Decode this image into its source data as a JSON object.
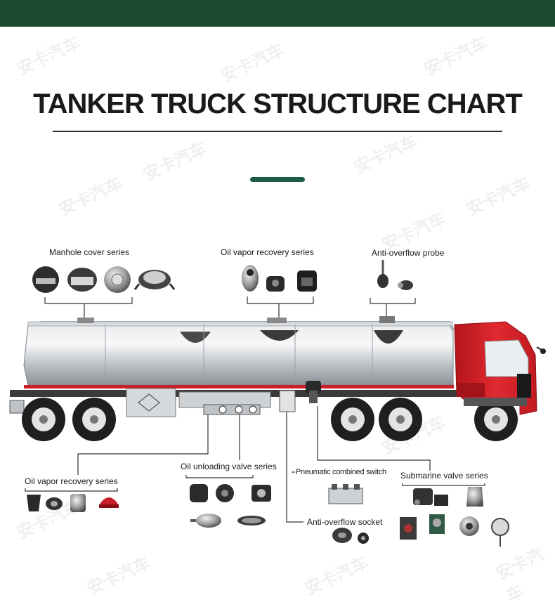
{
  "title": "TANKER TRUCK STRUCTURE CHART",
  "watermark": "安卡汽车",
  "labels": {
    "manhole": "Manhole cover series",
    "vapor_top": "Oil vapor recovery series",
    "probe": "Anti-overflow probe",
    "vapor_bottom": "Oil vapor recovery series",
    "unloading": "Oil unloading valve series",
    "pneumatic": "Pneumatic combined switch",
    "submarine": "Submarine valve series",
    "socket": "Anti-overflow socket"
  },
  "colors": {
    "header": "#1d4a33",
    "accent": "#1e5a48",
    "cab": "#d61f26",
    "tank": "#c8ccd0",
    "stripe": "#c8202a"
  },
  "icons": {
    "manhole": [
      "manhole-cover-icon",
      "manhole-cover-icon",
      "manhole-cover-icon",
      "manhole-cover-icon"
    ],
    "vapor_top": [
      "vapor-valve-icon",
      "vapor-valve-icon",
      "vapor-valve-icon"
    ],
    "probe": [
      "overflow-probe-icon",
      "probe-connector-icon"
    ],
    "vapor_bottom": [
      "vapor-adapter-icon",
      "vapor-adapter-icon",
      "vapor-adapter-icon",
      "red-cap-icon"
    ],
    "unloading": [
      "unloading-valve-icon",
      "unloading-valve-icon",
      "unloading-valve-icon",
      "unloading-valve-icon",
      "unloading-valve-icon"
    ],
    "pneumatic": [
      "pneumatic-switch-icon"
    ],
    "submarine": [
      "submarine-valve-icon",
      "submarine-valve-icon",
      "submarine-valve-icon",
      "submarine-valve-icon",
      "submarine-valve-icon",
      "submarine-valve-icon"
    ],
    "socket": [
      "overflow-socket-icon",
      "overflow-socket-icon"
    ]
  }
}
